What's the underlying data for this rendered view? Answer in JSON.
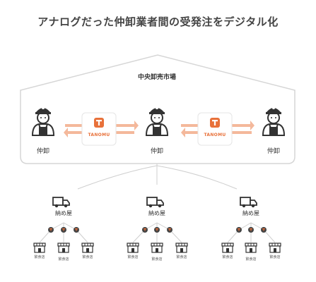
{
  "title": "アナログだった仲卸業者間の受発注をデジタル化",
  "market": {
    "label": "中央卸売市場",
    "wholesalers": [
      "仲卸",
      "仲卸",
      "仲卸"
    ],
    "app_name": "TANOMU"
  },
  "delivery": [
    {
      "label": "納め屋",
      "shops": [
        "飲食店",
        "飲食店",
        "飲食店"
      ]
    },
    {
      "label": "納め屋",
      "shops": [
        "飲食店",
        "飲食店",
        "飲食店"
      ]
    },
    {
      "label": "納め屋",
      "shops": [
        "飲食店",
        "飲食店",
        "飲食店"
      ]
    }
  ],
  "colors": {
    "accent": "#e8713a",
    "arrow": "#f4b89b",
    "line": "#cfcfcf",
    "icon": "#333333"
  }
}
